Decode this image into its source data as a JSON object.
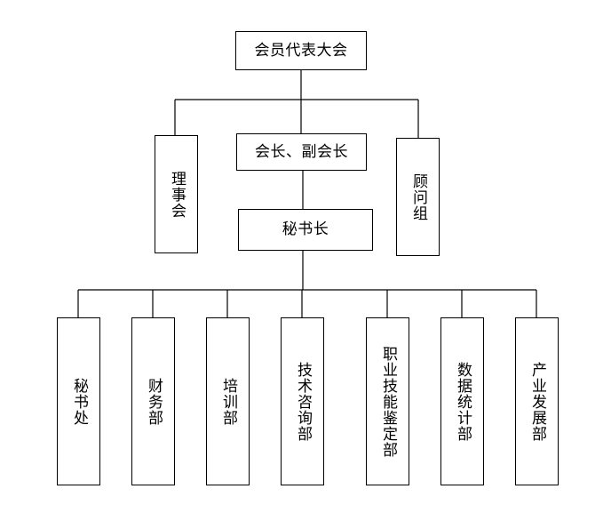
{
  "org_chart": {
    "top": {
      "label": "会员代表大会"
    },
    "president": {
      "label": "会长、副会长"
    },
    "secretary_general": {
      "label": "秘书长"
    },
    "council": {
      "label": "理事会"
    },
    "advisory": {
      "label": "顾问组"
    },
    "departments": [
      {
        "label": "秘书处"
      },
      {
        "label": "财务部"
      },
      {
        "label": "培训部"
      },
      {
        "label": "技术咨询部"
      },
      {
        "label": "职业技能鉴定部"
      },
      {
        "label": "数据统计部"
      },
      {
        "label": "产业发展部"
      }
    ]
  }
}
